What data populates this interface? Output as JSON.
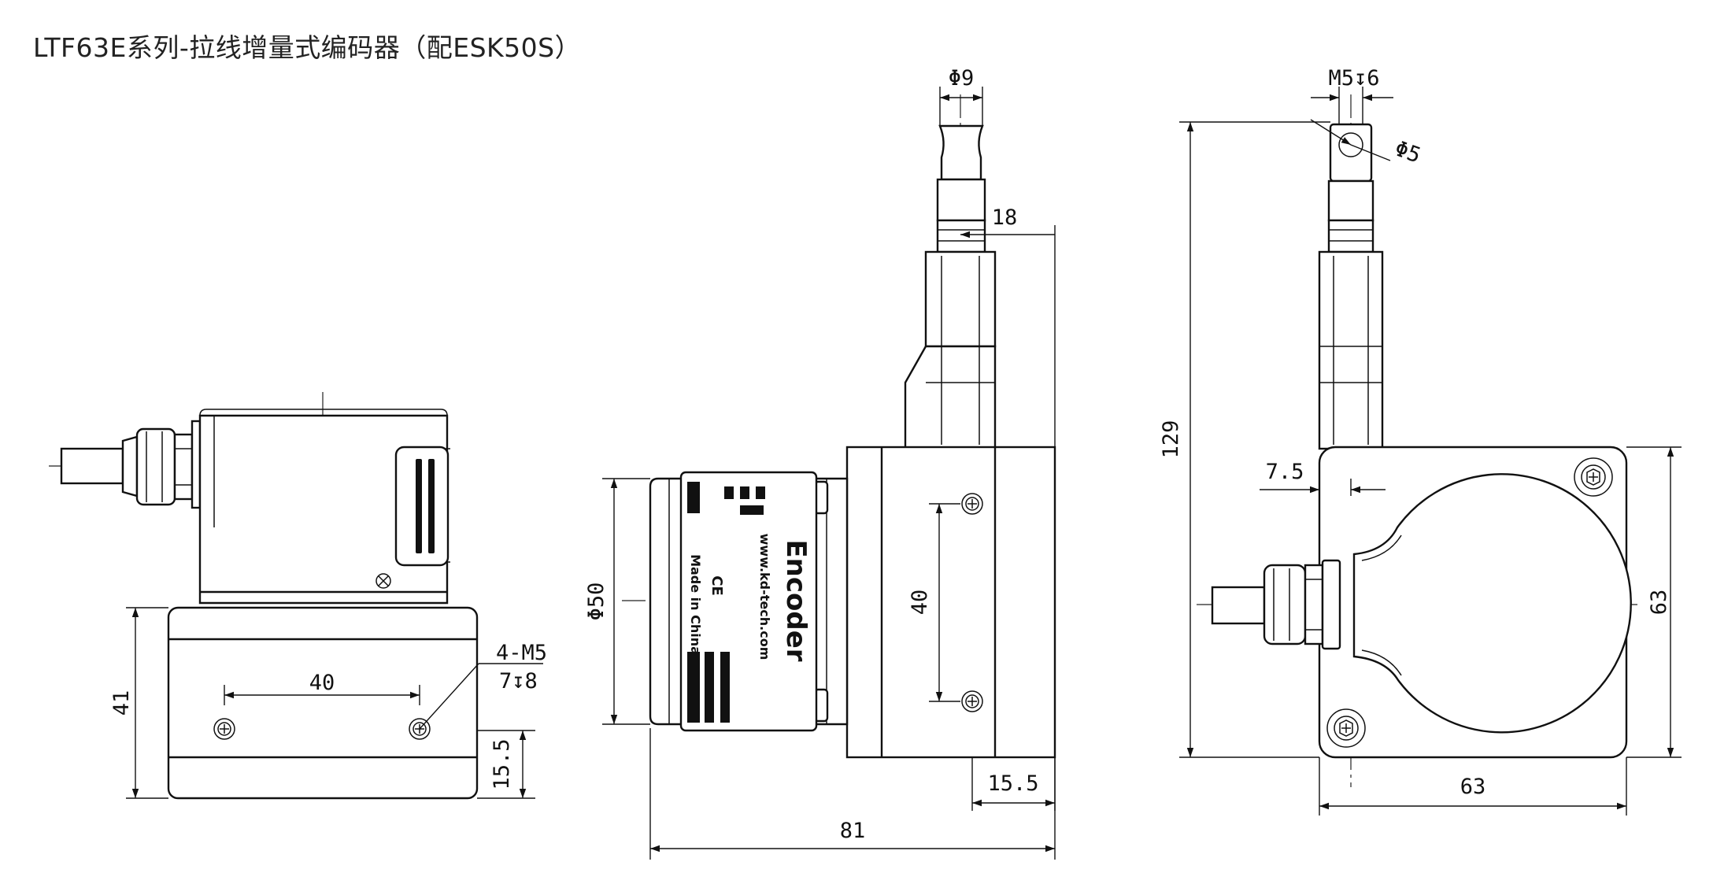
{
  "title": "LTF63E系列-拉线增量式编码器（配ESK50S）",
  "dims": {
    "side_width_40": "40",
    "side_height_41": "41",
    "side_15_5": "15.5",
    "thread_top": "4-M5",
    "thread_bottom": "7↧8",
    "phi9": "Φ9",
    "d18": "18",
    "phi50": "Φ50",
    "front_40": "40",
    "front_15_5": "15.5",
    "d81": "81",
    "m5_6": "M5↧6",
    "phi5": "Φ5",
    "d129": "129",
    "d7_5": "7.5",
    "d63_h": "63",
    "d63_v": "63"
  },
  "label": {
    "brand": "Encoder",
    "website": "www.kd-tech.com",
    "made_in": "Made in China",
    "ce": "CE"
  }
}
